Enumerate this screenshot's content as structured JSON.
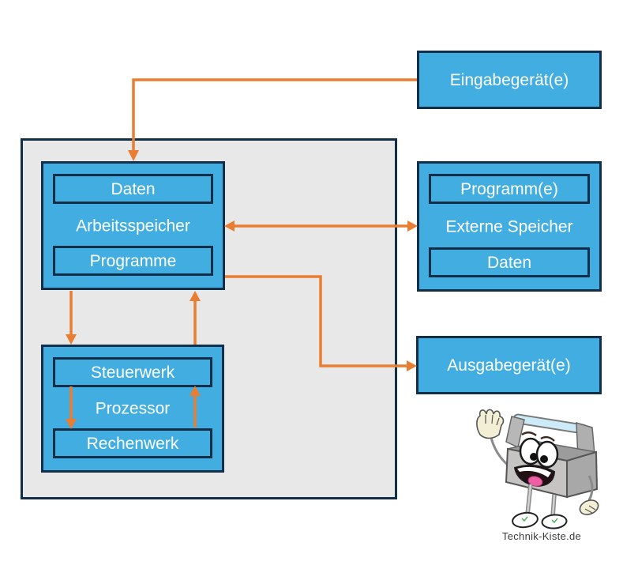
{
  "diagram": {
    "colors": {
      "box_fill": "#42ADE0",
      "box_border": "#112F49",
      "arrow": "#E97D31",
      "unit_fill": "#E8E8E8",
      "label_text": "#FFFFFF",
      "caption_text": "#3B3B3B"
    },
    "eingabegeraet": {
      "label": "Eingabegerät(e)"
    },
    "arbeitsspeicher": {
      "label": "Arbeitsspeicher",
      "top_label": "Daten",
      "bottom_label": "Programme"
    },
    "externe_speicher": {
      "label": "Externe Speicher",
      "top_label": "Programm(e)",
      "bottom_label": "Daten"
    },
    "prozessor": {
      "label": "Prozessor",
      "top_label": "Steuerwerk",
      "bottom_label": "Rechenwerk"
    },
    "ausgabegeraet": {
      "label": "Ausgabegerät(e)"
    },
    "connections": [
      {
        "from": "Eingabegerät(e)",
        "to": "Arbeitsspeicher",
        "direction": "one-way"
      },
      {
        "from": "Arbeitsspeicher",
        "to": "Externe Speicher",
        "direction": "two-way"
      },
      {
        "from": "Arbeitsspeicher",
        "to": "Ausgabegerät(e)",
        "direction": "one-way"
      },
      {
        "from": "Arbeitsspeicher",
        "to": "Prozessor",
        "direction": "two-way-paired-arrows"
      },
      {
        "from": "Steuerwerk",
        "to": "Rechenwerk",
        "direction": "two-way-paired-arrows"
      }
    ]
  },
  "mascot": {
    "caption": "Technik-Kiste.de"
  }
}
